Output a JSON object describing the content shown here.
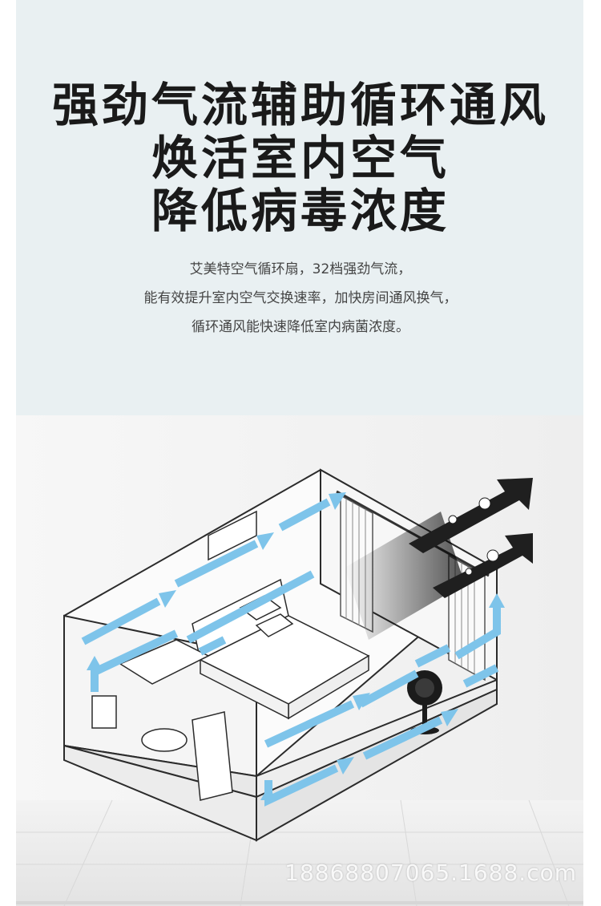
{
  "headline": {
    "line1": "强劲气流辅助循环通风",
    "line2": "焕活室内空气",
    "line3": "降低病毒浓度"
  },
  "description": {
    "line1": "艾美特空气循环扇，32档强劲气流，",
    "line2": "能有效提升室内空气交换速率，加快房间通风换气，",
    "line3": "循环通风能快速降低室内病菌浓度。"
  },
  "watermark": "18868807065.1688.com",
  "colors": {
    "hero_background": "#e9f0f2",
    "airflow_arrow": "#7ec4ea",
    "outflow_arrow": "#1f1f1f"
  },
  "icons": [
    "airflow-arrow-icon",
    "outflow-arrow-icon",
    "germ-icon",
    "circulation-fan-icon"
  ]
}
